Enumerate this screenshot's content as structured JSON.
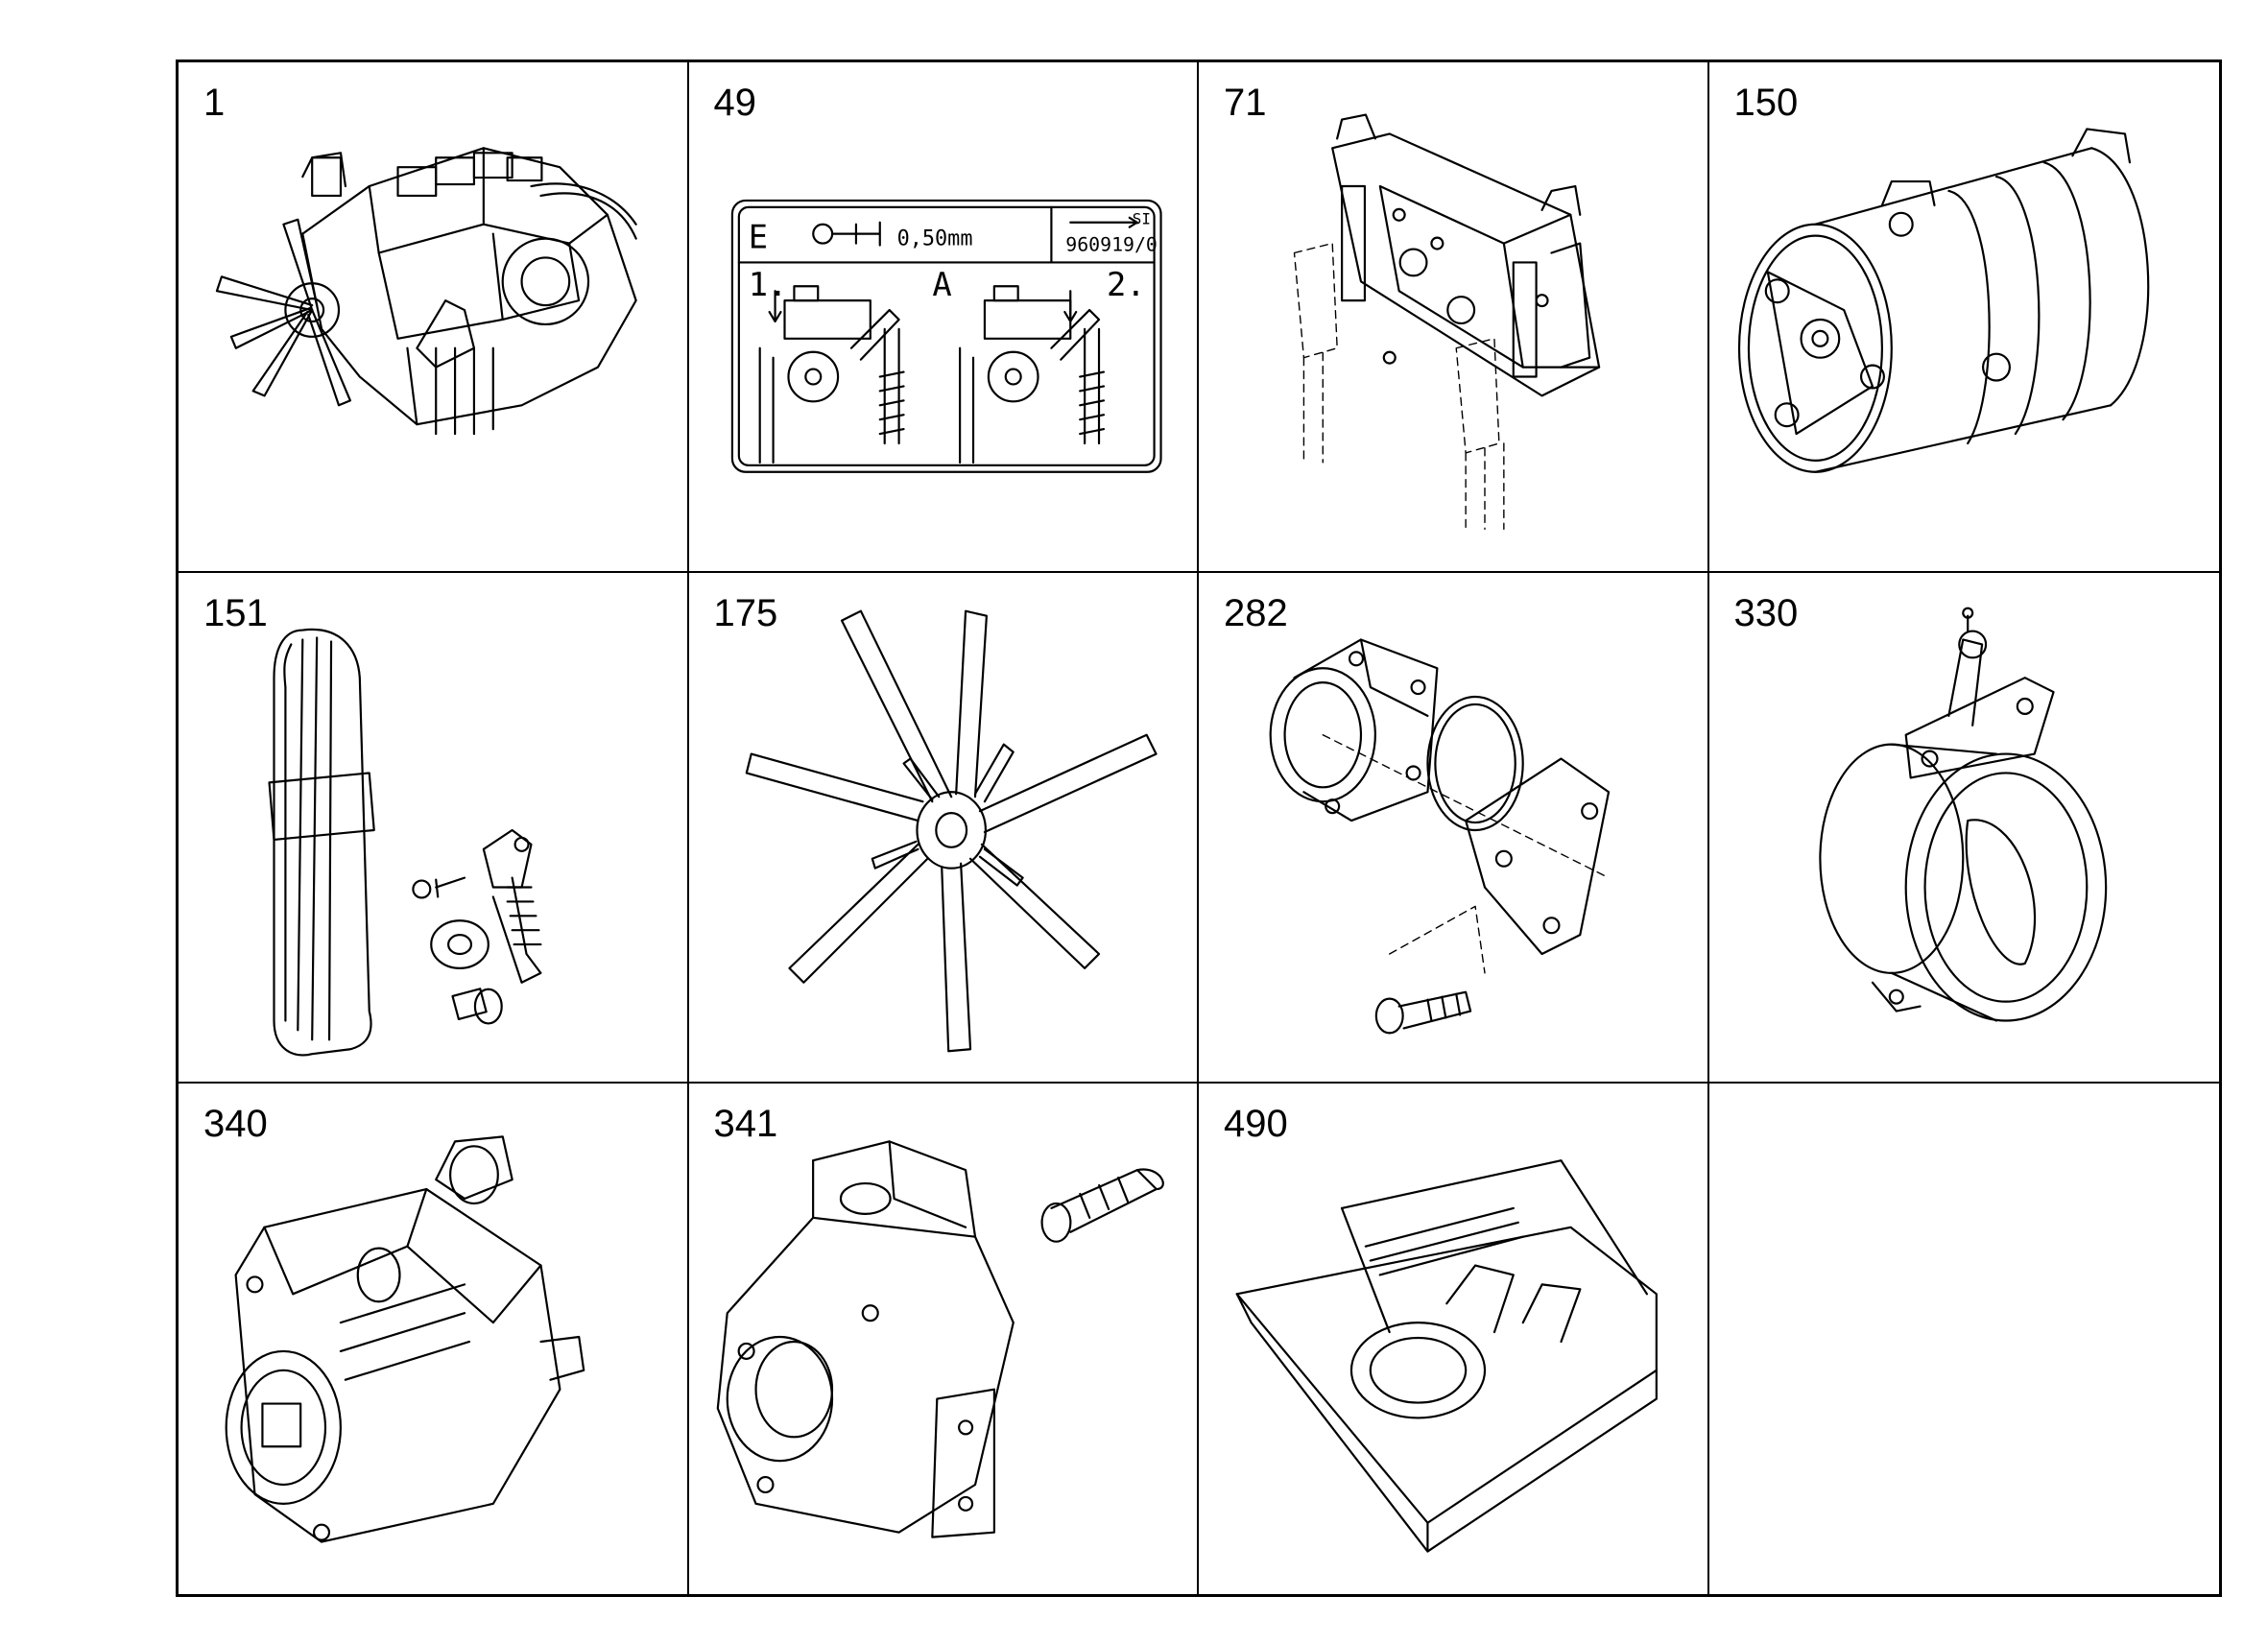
{
  "parts": [
    {
      "number": "1",
      "icon": "engine-icon"
    },
    {
      "number": "49",
      "icon": "valve-clearance-label-icon",
      "label": {
        "e": "E",
        "gap": "0,50mm",
        "ref_arrow": "SI",
        "code": "960919/0",
        "step1": "1.",
        "a": "A",
        "step2": "2."
      }
    },
    {
      "number": "71",
      "icon": "control-unit-icon"
    },
    {
      "number": "150",
      "icon": "compressor-icon"
    },
    {
      "number": "151",
      "icon": "belt-tensioner-icon"
    },
    {
      "number": "175",
      "icon": "fan-icon"
    },
    {
      "number": "282",
      "icon": "flange-gasket-icon"
    },
    {
      "number": "330",
      "icon": "throttle-valve-icon"
    },
    {
      "number": "340",
      "icon": "power-steering-pump-icon"
    },
    {
      "number": "341",
      "icon": "hydraulic-pump-icon"
    },
    {
      "number": "490",
      "icon": "original-parts-box-icon"
    },
    {
      "number": "",
      "icon": ""
    }
  ]
}
